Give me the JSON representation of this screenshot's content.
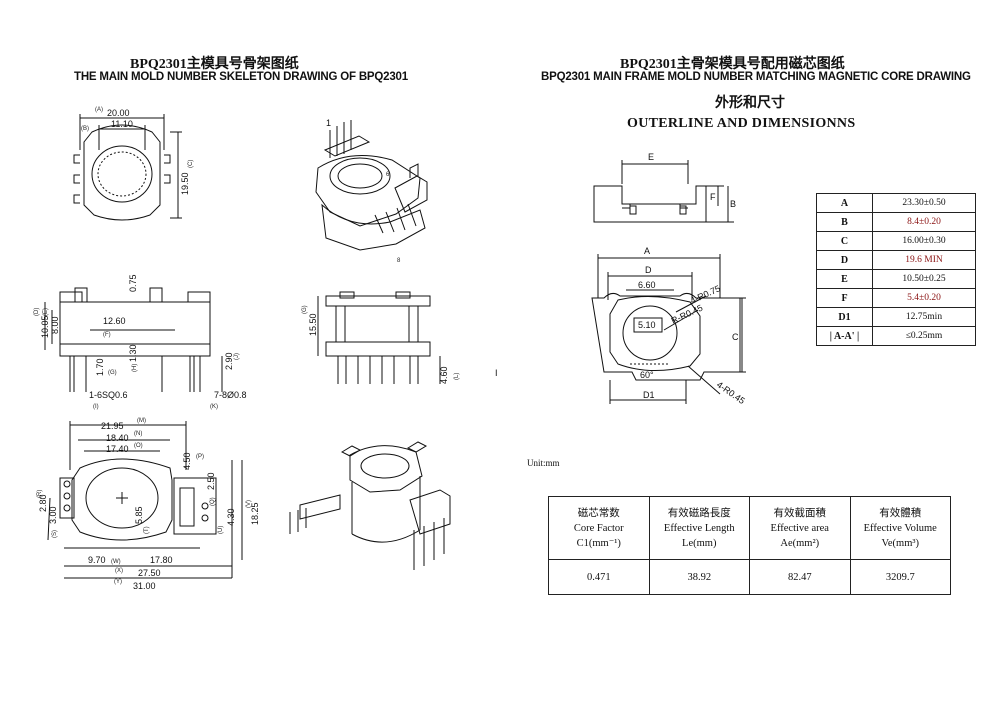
{
  "left_title_cn": "BPQ2301主模具号骨架图纸",
  "left_title_en": "THE MAIN MOLD NUMBER SKELETON DRAWING OF BPQ2301",
  "right_title_cn": "BPQ2301主骨架模具号配用磁芯图纸",
  "right_title_en": "BPQ2301 MAIN FRAME MOLD NUMBER MATCHING MAGNETIC CORE DRAWING",
  "outline_cn": "外形和尺寸",
  "outline_en": "OUTERLINE AND DIMENSIONNS",
  "stray_mark": "I",
  "left_drawing": {
    "top_view": {
      "a_label": "(A)",
      "a_value": "20.00",
      "b_label": "(B)",
      "b_value": "11.10",
      "c_value": "19.50",
      "c_label": "(C)"
    },
    "iso_view": {
      "pin_number_top": "1",
      "pin_number_bottom": "8",
      "pin_number_side": "6"
    },
    "side_view": {
      "value_075": "0.75",
      "label_d": "(D)",
      "value_1005": "10.05",
      "label_e": "(E)",
      "value_800": "8.00",
      "value_1260": "12.60",
      "label_f": "(F)",
      "value_170": "1.70",
      "label_g": "(G)",
      "value_130": "1.30",
      "label_h": "(H)",
      "value_290": "2.90",
      "label_j": "(J)",
      "pin_note_1": "1-6SQ0.6",
      "label_i": "(I)",
      "pin_note_2": "7-8Ø0.8",
      "label_k": "(K)"
    },
    "front_view": {
      "value_1550": "15.50",
      "label_g": "(G)",
      "value_460": "4.60",
      "label_l": "(L)"
    },
    "bottom_view": {
      "value_2195": "21.95",
      "label_m": "(M)",
      "value_1840": "18.40",
      "label_n": "(N)",
      "value_1740": "17.40",
      "label_o": "(O)",
      "value_450": "4.50",
      "label_p": "(P)",
      "value_250": "2.50",
      "label_q": "(Q)",
      "value_280": "2.80",
      "label_r": "(R)",
      "value_300": "3.00",
      "label_s": "(S)",
      "value_585": "5.85",
      "label_t": "(T)",
      "value_430": "4.30",
      "label_u": "(U)",
      "value_1825": "18.25",
      "label_v": "(V)",
      "value_970": "9.70",
      "label_w": "(W)",
      "value_1780": "17.80",
      "label_x": "(X)",
      "value_2750": "27.50",
      "label_y": "(Y)",
      "value_3100": "31.00"
    }
  },
  "core_drawing": {
    "label_e": "E",
    "label_f": "F",
    "label_b": "B",
    "label_a": "A",
    "label_d": "D",
    "value_660": "6.60",
    "value_510": "5.10",
    "label_c": "C",
    "radius_1": "4-R0.75",
    "radius_2": "R-R0.45",
    "radius_3": "4-R0.45",
    "angle": "60°",
    "label_d1": "D1"
  },
  "dimension_table": [
    {
      "key": "A",
      "value": "23.30±0.50",
      "highlight": false
    },
    {
      "key": "B",
      "value": "8.4±0.20",
      "highlight": true
    },
    {
      "key": "C",
      "value": "16.00±0.30",
      "highlight": false
    },
    {
      "key": "D",
      "value": "19.6 MIN",
      "highlight": true
    },
    {
      "key": "E",
      "value": "10.50±0.25",
      "highlight": false
    },
    {
      "key": "F",
      "value": "5.4±0.20",
      "highlight": true
    },
    {
      "key": "D1",
      "value": "12.75min",
      "highlight": false
    },
    {
      "key": "| A-A' |",
      "value": "≤0.25mm",
      "highlight": false
    }
  ],
  "unit_label": "Unit:mm",
  "core_table": {
    "headers_cn": [
      "磁芯常数",
      "有效磁路長度",
      "有效截面積",
      "有效體積"
    ],
    "headers_en": [
      "Core Factor",
      "Effective Length",
      "Effective area",
      "Effective Volume"
    ],
    "headers_sym": [
      "C1(mm⁻¹)",
      "Le(mm)",
      "Ae(mm²)",
      "Ve(mm³)"
    ],
    "values": [
      "0.471",
      "38.92",
      "82.47",
      "3209.7"
    ]
  },
  "colors": {
    "ink": "#111111",
    "highlight_red": "#8a1212",
    "background": "#ffffff"
  }
}
